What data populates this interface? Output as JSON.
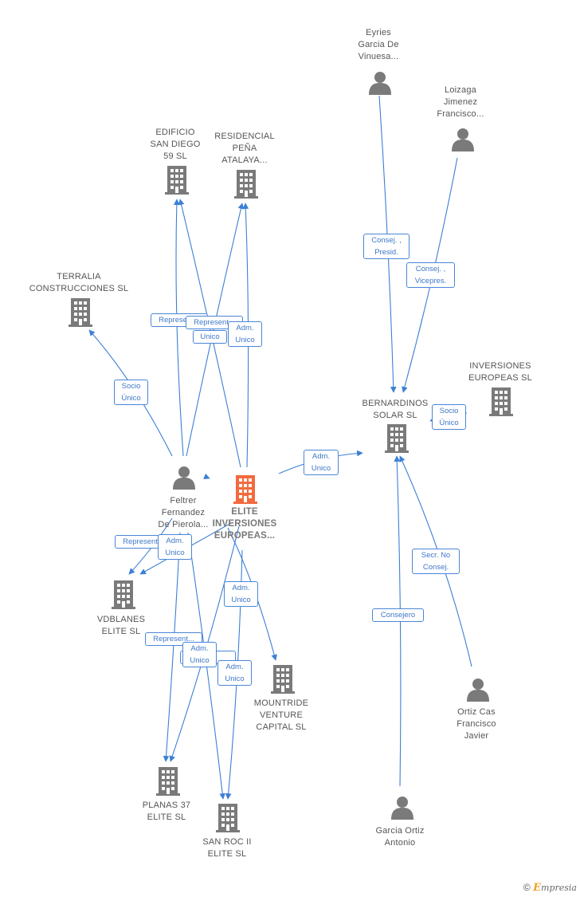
{
  "nodes": {
    "eyries": {
      "kind": "person",
      "label": "Eyries\nGarcia De\nVinuesa..."
    },
    "loizaga": {
      "kind": "person",
      "label": "Loizaga\nJimenez\nFrancisco..."
    },
    "edificio": {
      "kind": "company",
      "label": "EDIFICIO\nSAN DIEGO\n59  SL"
    },
    "residencial": {
      "kind": "company",
      "label": "RESIDENCIAL\nPEÑA\nATALAYA..."
    },
    "terralia": {
      "kind": "company",
      "label": "TERRALIA\nCONSTRUCCIONES SL"
    },
    "inversiones_europeas": {
      "kind": "company",
      "label": "INVERSIONES\nEUROPEAS SL"
    },
    "bernardinos": {
      "kind": "company",
      "label": "BERNARDINOS\nSOLAR  SL"
    },
    "feltrer": {
      "kind": "person",
      "label": "Feltrer\nFernandez\nDe Pierola..."
    },
    "elite": {
      "kind": "company-focus",
      "label": "ELITE\nINVERSIONES\nEUROPEAS..."
    },
    "vdblanes": {
      "kind": "company",
      "label": "VDBLANES\nELITE  SL"
    },
    "mountride": {
      "kind": "company",
      "label": "MOUNTRIDE\nVENTURE\nCAPITAL  SL"
    },
    "ortiz_cas": {
      "kind": "person",
      "label": "Ortiz Cas\nFrancisco\nJavier"
    },
    "planas": {
      "kind": "company",
      "label": "PLANAS 37\nELITE  SL"
    },
    "sanroc": {
      "kind": "company",
      "label": "SAN ROC II\nELITE  SL"
    },
    "garcia_ortiz": {
      "kind": "person",
      "label": "Garcia Ortiz\nAntonio"
    }
  },
  "edge_labels": {
    "consej_presid": "Consej. ,\nPresid.",
    "consej_vicepres": "Consej. ,\nVicepres.",
    "socio_unico_terralia": "Socio\nÚnico",
    "represent_1": "Represent...",
    "represent_2": "Represent...",
    "adm_unico_res": "Adm.\nUnico",
    "unico_1": "Unico",
    "adm_unico_bern": "Adm.\nUnico",
    "socio_unico_inv": "Socio\nÚnico",
    "secr_no_consej": "Secr.  No\nConsej.",
    "consejero": "Consejero",
    "represent_vd": "Represent...",
    "adm_unico_vd": "Adm.\nUnico",
    "adm_unico_mount": "Adm.\nUnico",
    "represent_planas": "Represent...",
    "adm_unico_planas": "Adm.\nUnico",
    "represent_hidden": "...nt.",
    "adm_unico_sanroc": "Adm.\nUnico"
  },
  "colors": {
    "edge": "#3d7fd6",
    "icon": "#7a7a7a",
    "focus": "#f26a3d"
  },
  "footer": {
    "copyright": "©",
    "brand_initial": "E",
    "brand_rest": "mpresia"
  }
}
